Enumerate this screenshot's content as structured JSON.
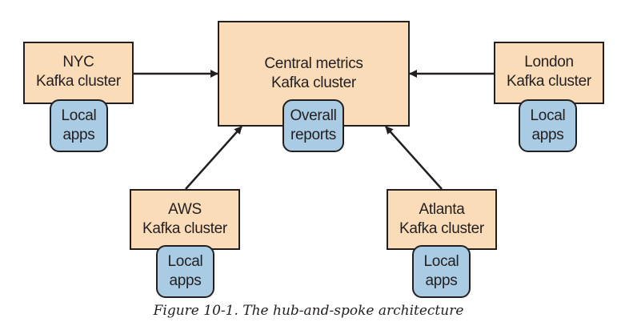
{
  "nodes": {
    "central": {
      "label": "Central metrics\nKafka cluster",
      "app": "Overall\nreports"
    },
    "nyc": {
      "label": "NYC\nKafka cluster",
      "app": "Local\napps"
    },
    "london": {
      "label": "London\nKafka cluster",
      "app": "Local\napps"
    },
    "aws": {
      "label": "AWS\nKafka cluster",
      "app": "Local\napps"
    },
    "atlanta": {
      "label": "Atlanta\nKafka cluster",
      "app": "Local\napps"
    }
  },
  "caption": "Figure 10-1. The hub-and-spoke architecture",
  "colors": {
    "cluster_fill": "#fbdcb8",
    "app_fill": "#a9cbe3",
    "stroke": "#231f20"
  }
}
